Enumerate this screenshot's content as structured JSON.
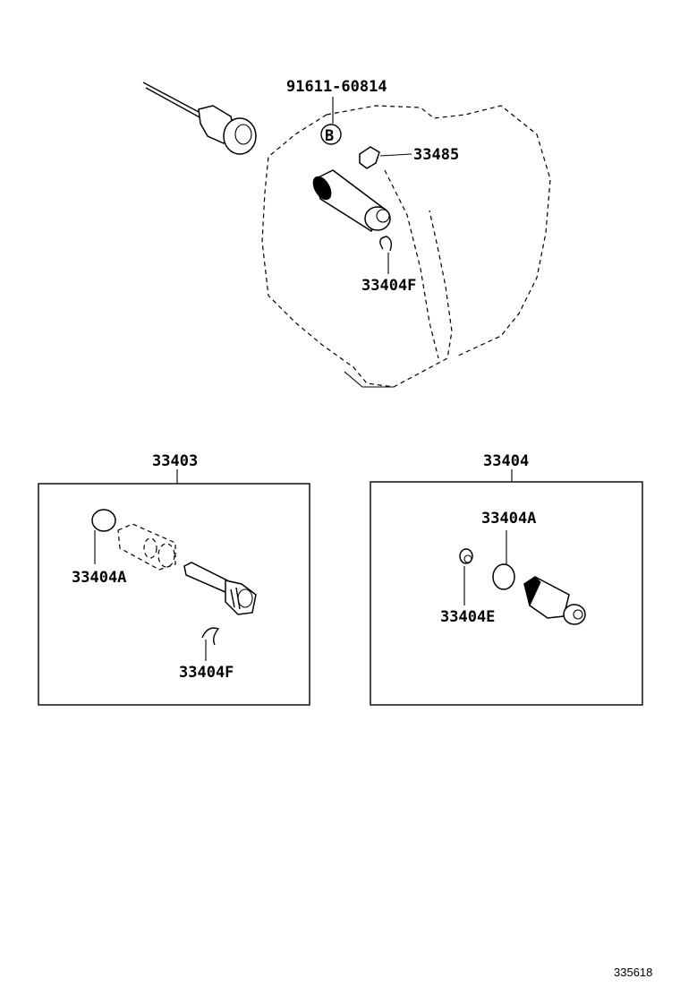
{
  "callouts": {
    "bolt": "91611-60814",
    "clamp": "33485",
    "clip_top": "33404F",
    "assy_left": "33403",
    "assy_right": "33404",
    "oring_left": "33404A",
    "clip_left": "33404F",
    "oring_right": "33404A",
    "seal_right": "33404E",
    "bolt_marker": "B"
  },
  "figure_ref": "335618"
}
